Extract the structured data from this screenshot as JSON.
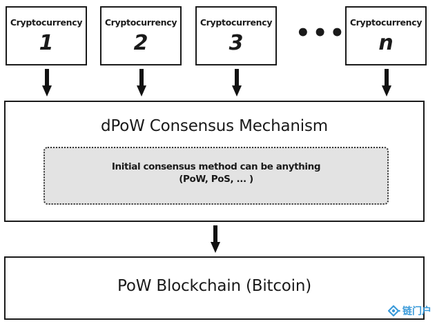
{
  "cryptocurrencies": [
    {
      "label": "Cryptocurrency",
      "id": "1"
    },
    {
      "label": "Cryptocurrency",
      "id": "2"
    },
    {
      "label": "Cryptocurrency",
      "id": "3"
    },
    {
      "label": "Cryptocurrency",
      "id": "n"
    }
  ],
  "ellipsis": "•••",
  "consensus": {
    "title": "dPoW Consensus Mechanism",
    "note_line1": "Initial consensus method can be anything",
    "note_line2": "(PoW, PoS, ... )"
  },
  "blockchain": {
    "title": "PoW Blockchain (Bitcoin)"
  },
  "watermark": {
    "icon": "diamond-logo-icon",
    "text": "链门户",
    "color": "#3a9ad9"
  },
  "arrow_icon": "down-arrow-icon"
}
